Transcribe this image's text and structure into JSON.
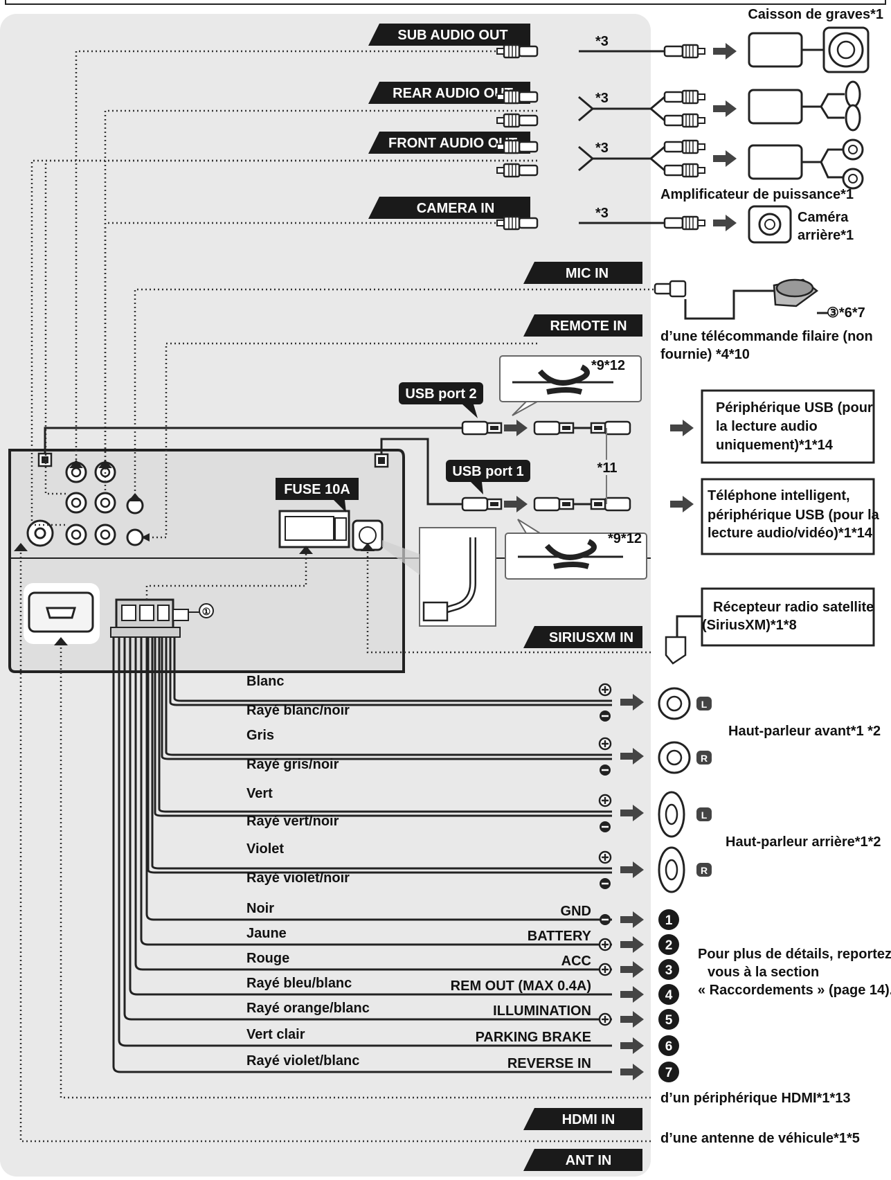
{
  "tags": {
    "sub_audio_out": "SUB AUDIO OUT",
    "rear_audio_out": "REAR AUDIO OUT",
    "front_audio_out": "FRONT AUDIO OUT",
    "camera_in": "CAMERA IN",
    "mic_in": "MIC IN",
    "remote_in": "REMOTE IN",
    "usb_port_2": "USB port 2",
    "usb_port_1": "USB port 1",
    "fuse": "FUSE 10A",
    "siriusxm_in": "SIRIUSXM IN",
    "hdmi_in": "HDMI IN",
    "ant_in": "ANT IN"
  },
  "devices": {
    "subwoofer": "Caisson de graves*1",
    "power_amp": "Amplificateur de puissance*1",
    "camera_1": "Caméra",
    "camera_2": "arrière*1",
    "mic_note": "③*6*7",
    "remote_1": "d’une télécommande filaire (non",
    "remote_2": "fournie) *4*10",
    "usb_device_1": "Périphérique USB (pour",
    "usb_device_2": "la lecture audio",
    "usb_device_3": "uniquement)*1*14",
    "phone_1": "Téléphone intelligent,",
    "phone_2": "périphérique USB (pour la",
    "phone_3": "lecture audio/vidéo)*1*14",
    "sat_1": "Récepteur radio satellite",
    "sat_2": "(SiriusXM)*1*8",
    "front_speaker": "Haut-parleur avant*1 *2",
    "rear_speaker": "Haut-parleur arrière*1*2",
    "see_1": "Pour plus de détails, reportez-",
    "see_2": "vous à la section",
    "see_3": "« Raccordements » (page 14).",
    "hdmi_device": "d’un périphérique HDMI*1*13",
    "antenna": "d’une antenne de véhicule*1*5"
  },
  "notes": {
    "n3a": "*3",
    "n3b": "*3",
    "n3c": "*3",
    "n3d": "*3",
    "n912a": "*9*12",
    "n912b": "*9*12",
    "n11": "*11",
    "harness": "①"
  },
  "wires": [
    {
      "color": "Blanc",
      "function": ""
    },
    {
      "color": "Rayé blanc/noir",
      "function": ""
    },
    {
      "color": "Gris",
      "function": ""
    },
    {
      "color": "Rayé gris/noir",
      "function": ""
    },
    {
      "color": "Vert",
      "function": ""
    },
    {
      "color": "Rayé vert/noir",
      "function": ""
    },
    {
      "color": "Violet",
      "function": ""
    },
    {
      "color": "Rayé violet/noir",
      "function": ""
    },
    {
      "color": "Noir",
      "function": "GND"
    },
    {
      "color": "Jaune",
      "function": "BATTERY"
    },
    {
      "color": "Rouge",
      "function": "ACC"
    },
    {
      "color": "Rayé bleu/blanc",
      "function": "REM OUT (MAX 0.4A)"
    },
    {
      "color": "Rayé orange/blanc",
      "function": "ILLUMINATION"
    },
    {
      "color": "Vert clair",
      "function": "PARKING BRAKE"
    },
    {
      "color": "Rayé violet/blanc",
      "function": "REVERSE IN"
    }
  ],
  "speaker_sides": {
    "left": "L",
    "right": "R"
  },
  "numbers": [
    "1",
    "2",
    "3",
    "4",
    "5",
    "6",
    "7"
  ]
}
